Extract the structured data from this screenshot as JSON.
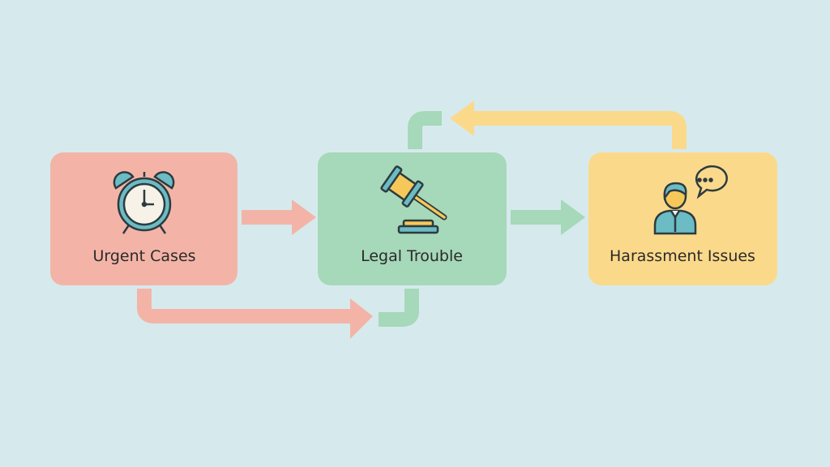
{
  "nodes": [
    {
      "label": "Urgent Cases",
      "icon": "alarm-clock-icon",
      "color": "#f3b4a7"
    },
    {
      "label": "Legal Trouble",
      "icon": "gavel-icon",
      "color": "#a6d8ba"
    },
    {
      "label": "Harassment Issues",
      "icon": "person-speech-bubble-icon",
      "color": "#fbd98b"
    }
  ],
  "colors": {
    "background": "#d6eaed",
    "icon_stroke": "#2d3b3f",
    "icon_teal": "#6bbcc4",
    "icon_gold": "#f6c85a"
  }
}
